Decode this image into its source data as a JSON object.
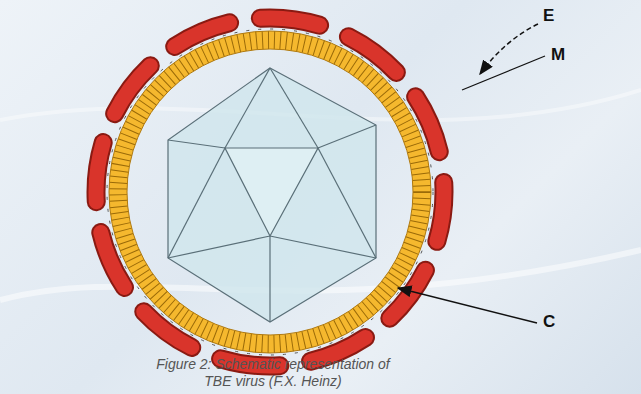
{
  "diagram": {
    "caption": "Figure 2: Schematic representation of TBE virus (F.X. Heinz)",
    "labels": [
      "E",
      "M",
      "C"
    ]
  }
}
